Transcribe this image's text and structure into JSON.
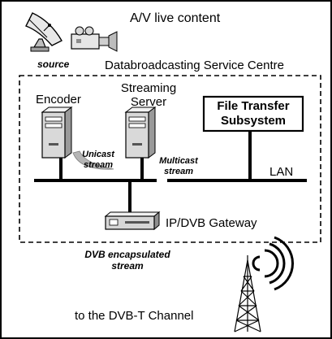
{
  "title_av": "A/V live content",
  "source_label": "source",
  "service_centre_label": "Databroadcasting Service Centre",
  "encoder_label": "Encoder",
  "streaming_server_label": [
    "Streaming",
    "Server"
  ],
  "fts_label": [
    "File Transfer",
    "Subsystem"
  ],
  "unicast_label": [
    "Unicast",
    "stream"
  ],
  "multicast_label": [
    "Multicast",
    "stream"
  ],
  "lan_label": "LAN",
  "gateway_label": "IP/DVB Gateway",
  "dvb_label": [
    "DVB encapsulated",
    "stream"
  ],
  "channel_label": "to the DVB-T Channel",
  "icons": [
    "satellite-dish-icon",
    "video-camera-icon",
    "encoder-server-icon",
    "streaming-server-icon",
    "gateway-device-icon",
    "transmission-tower-icon",
    "radio-waves-icon"
  ]
}
